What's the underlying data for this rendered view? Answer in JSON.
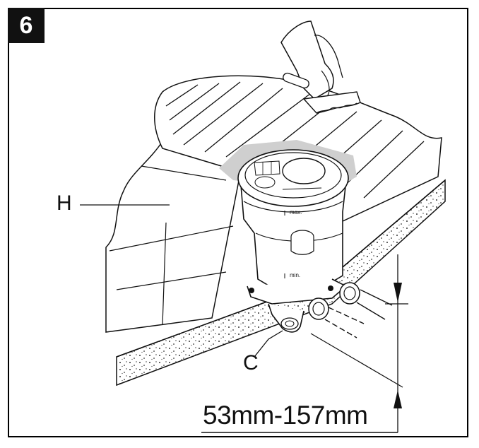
{
  "figure": {
    "step_number": "6",
    "labels": {
      "tile_callout": "H",
      "outlet_callout": "C"
    },
    "scale_marks": {
      "max": "max.",
      "min": "min."
    },
    "dimension": "53mm-157mm"
  }
}
